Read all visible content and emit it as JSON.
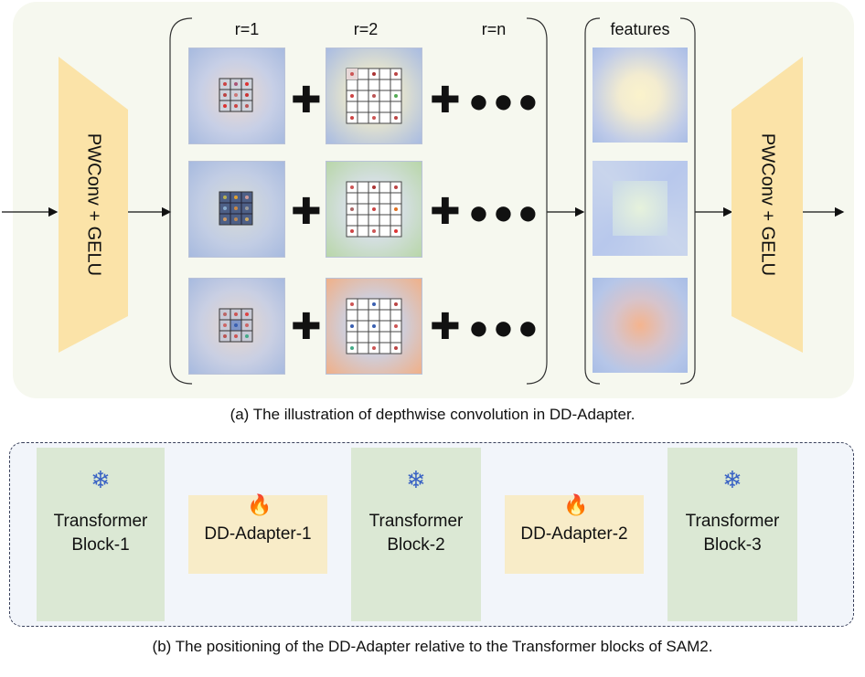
{
  "panel_a": {
    "radius_headers": [
      "r=1",
      "r=2",
      "r=n"
    ],
    "features_header": "features",
    "left_block_label": "PWConv + GELU",
    "right_block_label": "PWConv + GELU",
    "plus_symbol": "✚",
    "ellipsis": "●●●",
    "caption": "(a) The illustration of depthwise convolution in DD-Adapter."
  },
  "panel_b": {
    "blocks": [
      {
        "line1": "Transformer",
        "line2": "Block-1",
        "icon": "snowflake-icon"
      },
      {
        "label": "DD-Adapter-1",
        "icon": "fire-icon"
      },
      {
        "line1": "Transformer",
        "line2": "Block-2",
        "icon": "snowflake-icon"
      },
      {
        "label": "DD-Adapter-2",
        "icon": "fire-icon"
      },
      {
        "line1": "Transformer",
        "line2": "Block-3",
        "icon": "snowflake-icon"
      }
    ],
    "caption": "(b) The positioning of the DD-Adapter relative to the Transformer blocks of SAM2."
  },
  "colors": {
    "trapezoid": "#fbe3a8",
    "transformer_block": "#dbe8d4",
    "adapter_block": "#f8ecc8",
    "kernel_bg": "#b9c8e8",
    "snowflake": "#3a63c4"
  }
}
